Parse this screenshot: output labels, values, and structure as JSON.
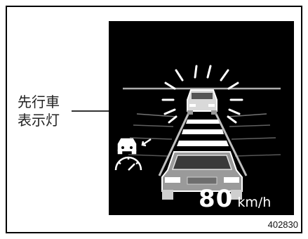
{
  "figure": {
    "label_line1": "先行車",
    "label_line2": "表示灯",
    "figure_id": "402830"
  },
  "display": {
    "speed_value": "80",
    "speed_unit": "km/h",
    "icons": [
      "lead-vehicle-indicator-icon",
      "acc-speedometer-icon",
      "own-vehicle-icon"
    ],
    "colors": {
      "background": "#000000",
      "foreground": "#ffffff"
    }
  }
}
